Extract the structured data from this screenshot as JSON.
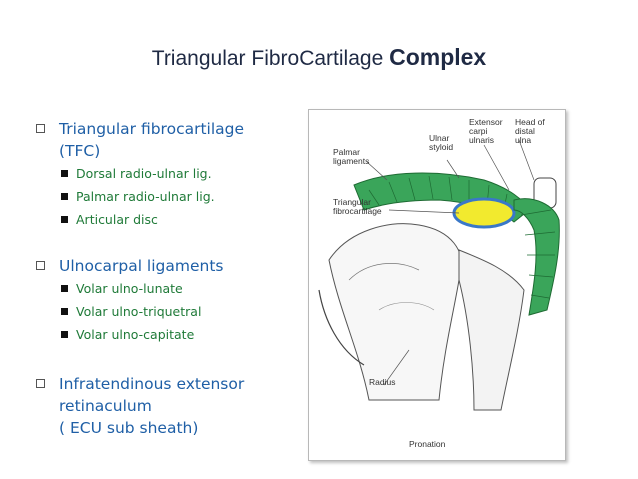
{
  "title": {
    "regular": "Triangular FibroCartilage",
    "bold": "Complex"
  },
  "bullets": [
    {
      "text_line1": "Triangular fibrocartilage",
      "text_line2": "(TFC)",
      "subitems": [
        "Dorsal radio-ulnar lig.",
        "Palmar radio-ulnar lig.",
        "Articular disc"
      ]
    },
    {
      "text_line1": "Ulnocarpal ligaments",
      "subitems": [
        "Volar ulno-lunate",
        "Volar ulno-triquetral",
        "Volar ulno-capitate"
      ]
    },
    {
      "text_line1": "Infratendinous extensor",
      "text_line2": "retinaculum",
      "note": "( ECU sub sheath)"
    }
  ],
  "figure_labels": {
    "palmar": [
      "Palmar",
      "ligaments"
    ],
    "ulnar": [
      "Ulnar",
      "styloid"
    ],
    "extensor": [
      "Extensor",
      "carpi",
      "ulnaris"
    ],
    "head": [
      "Head of",
      "distal",
      "ulna"
    ],
    "tfc": [
      "Triangular",
      "fibrocartilage"
    ],
    "radius": "Radius",
    "pronation": "Pronation"
  },
  "colors": {
    "title": "#1f2a44",
    "bullet_l1": "#1f5fa6",
    "bullet_l2": "#1f7a38",
    "ligament": "#3aa55a",
    "disc": "#f2ea2e",
    "disc_rim": "#3a78c8"
  }
}
